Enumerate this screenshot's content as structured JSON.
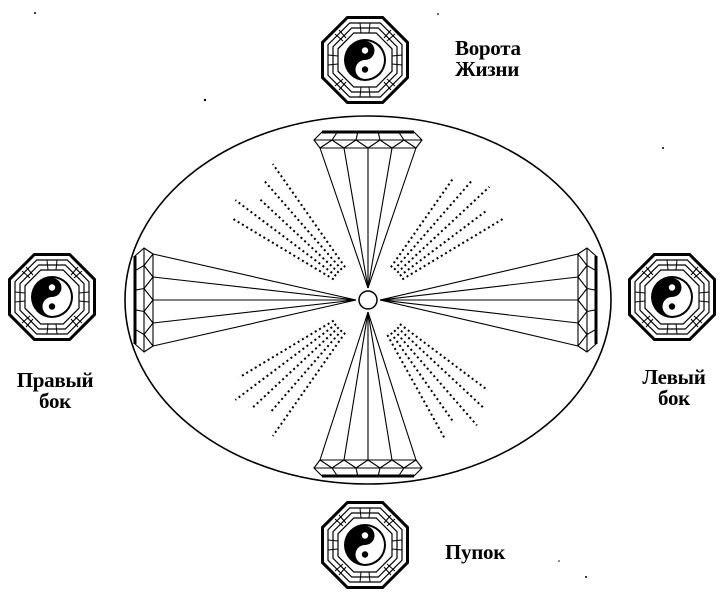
{
  "labels": {
    "top": [
      "Ворота",
      "Жизни"
    ],
    "left": [
      "Правый",
      "бок"
    ],
    "right": [
      "Левый",
      "бок"
    ],
    "bottom": [
      "Пупок"
    ]
  },
  "icons": {
    "top": "bagua-yin-yang-icon",
    "left": "bagua-yin-yang-icon",
    "right": "bagua-yin-yang-icon",
    "bottom": "bagua-yin-yang-icon"
  },
  "colors": {
    "ink": "#000000",
    "paper": "#ffffff"
  }
}
